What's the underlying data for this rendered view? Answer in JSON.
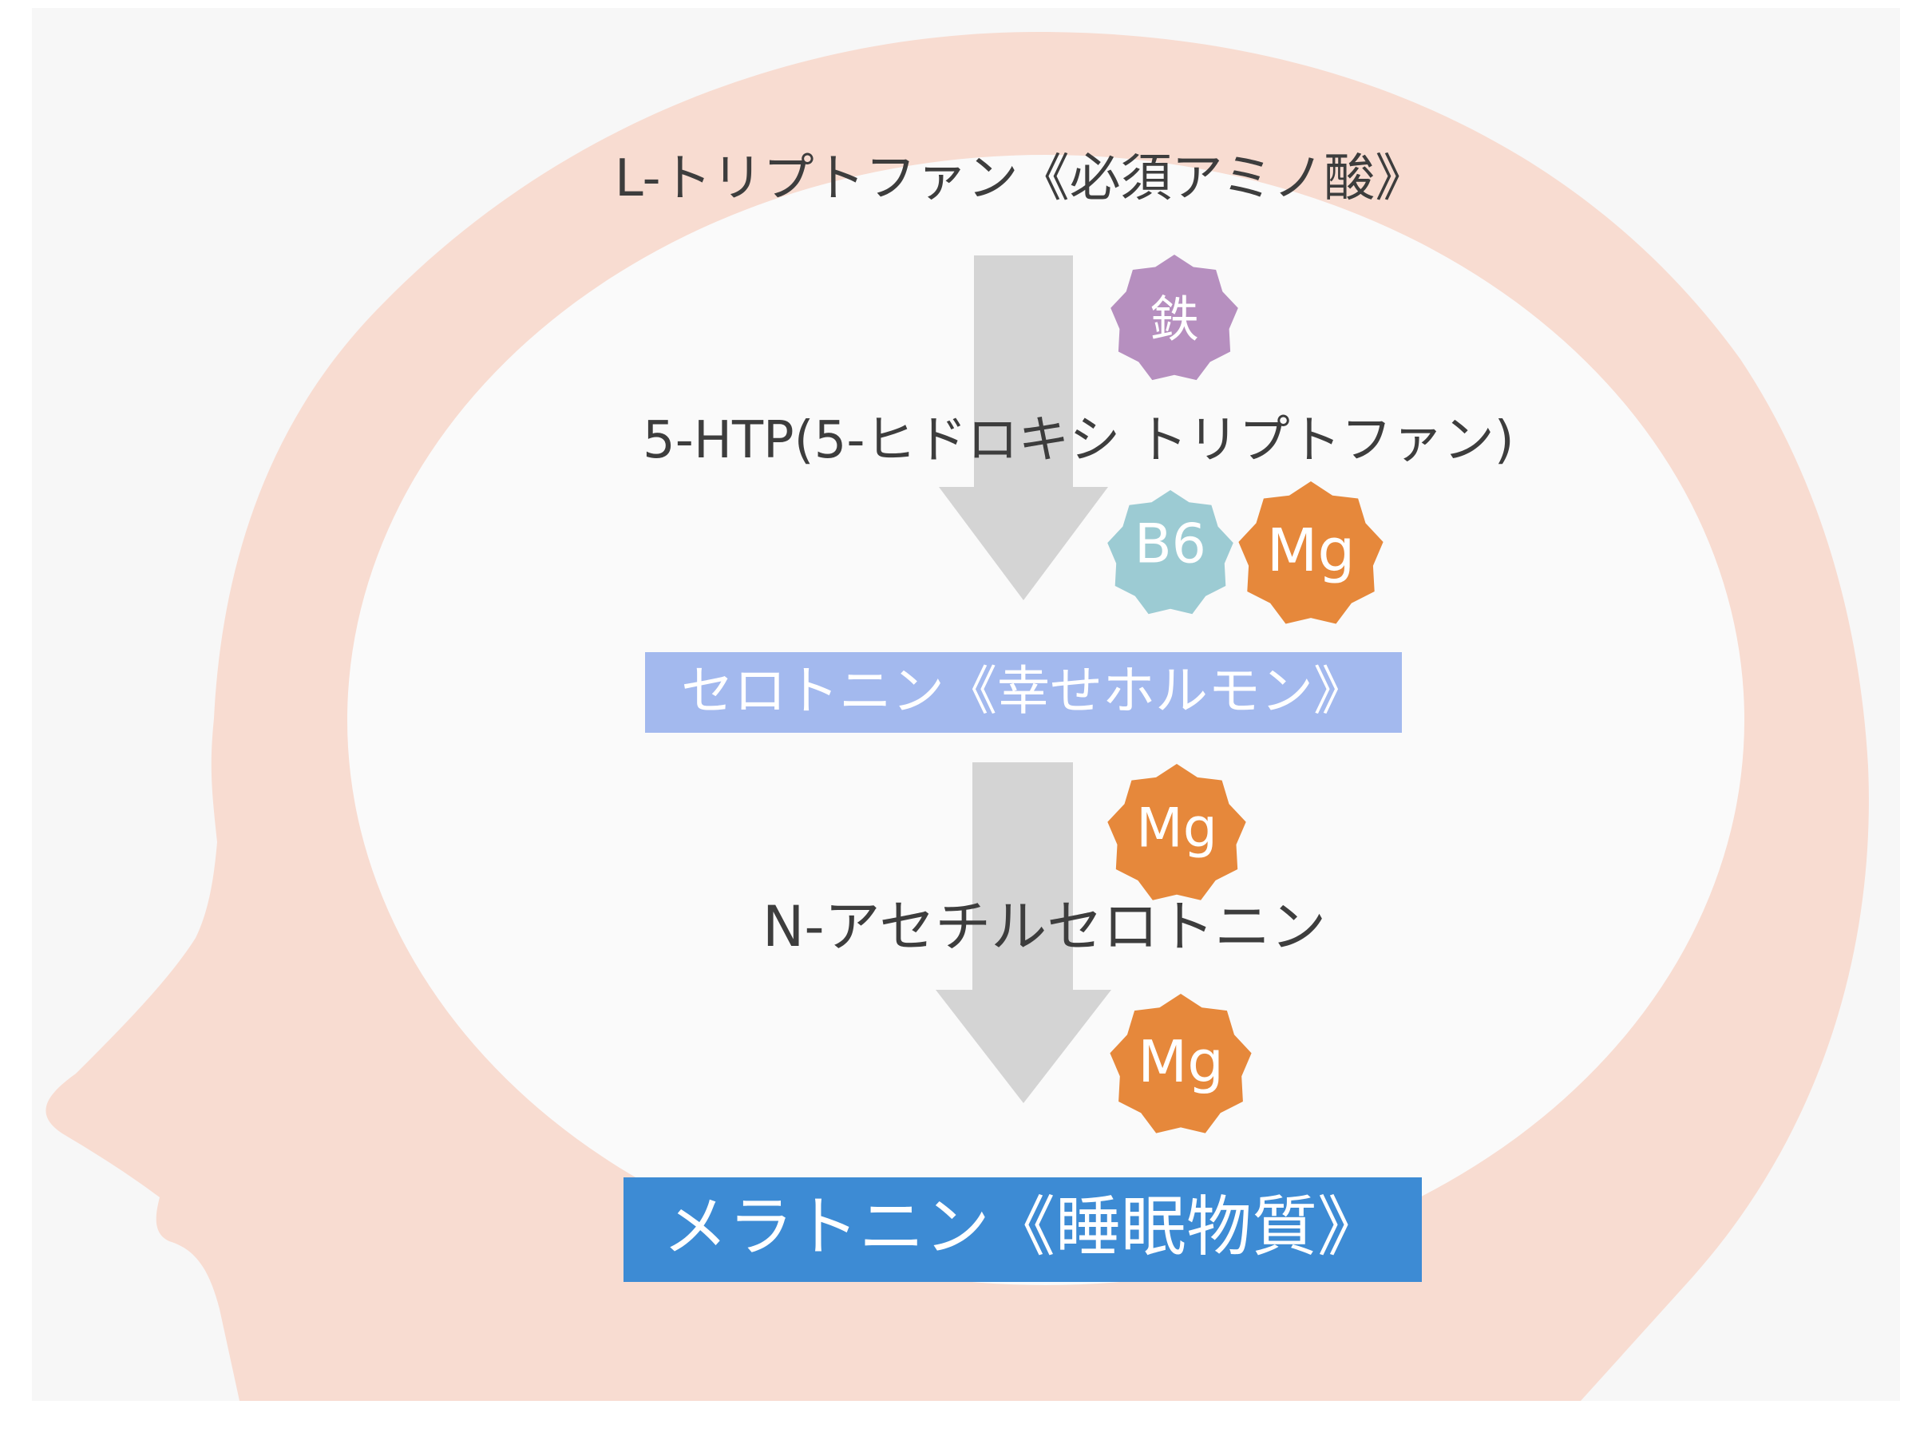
{
  "steps": {
    "tryptophan": "L-トリプトファン《必須アミノ酸》",
    "htp": "5-HTP(5-ヒドロキシ トリプトファン)",
    "serotonin": "セロトニン《幸せホルモン》",
    "nacetyl": "N-アセチルセロトニン",
    "melatonin": "メラトニン《睡眠物質》"
  },
  "cofactors": {
    "iron": "鉄",
    "b6": "B6",
    "mg_1": "Mg",
    "mg_2": "Mg",
    "mg_3": "Mg"
  },
  "colors": {
    "head": "#f8dcd1",
    "brain": "#fafafa",
    "arrow": "#d4d4d4",
    "iron": "#b68fbf",
    "b6": "#9ccbd3",
    "mg": "#e6883b",
    "serotonin_box": "#a3b9ee",
    "melatonin_box": "#3d8bd4"
  }
}
